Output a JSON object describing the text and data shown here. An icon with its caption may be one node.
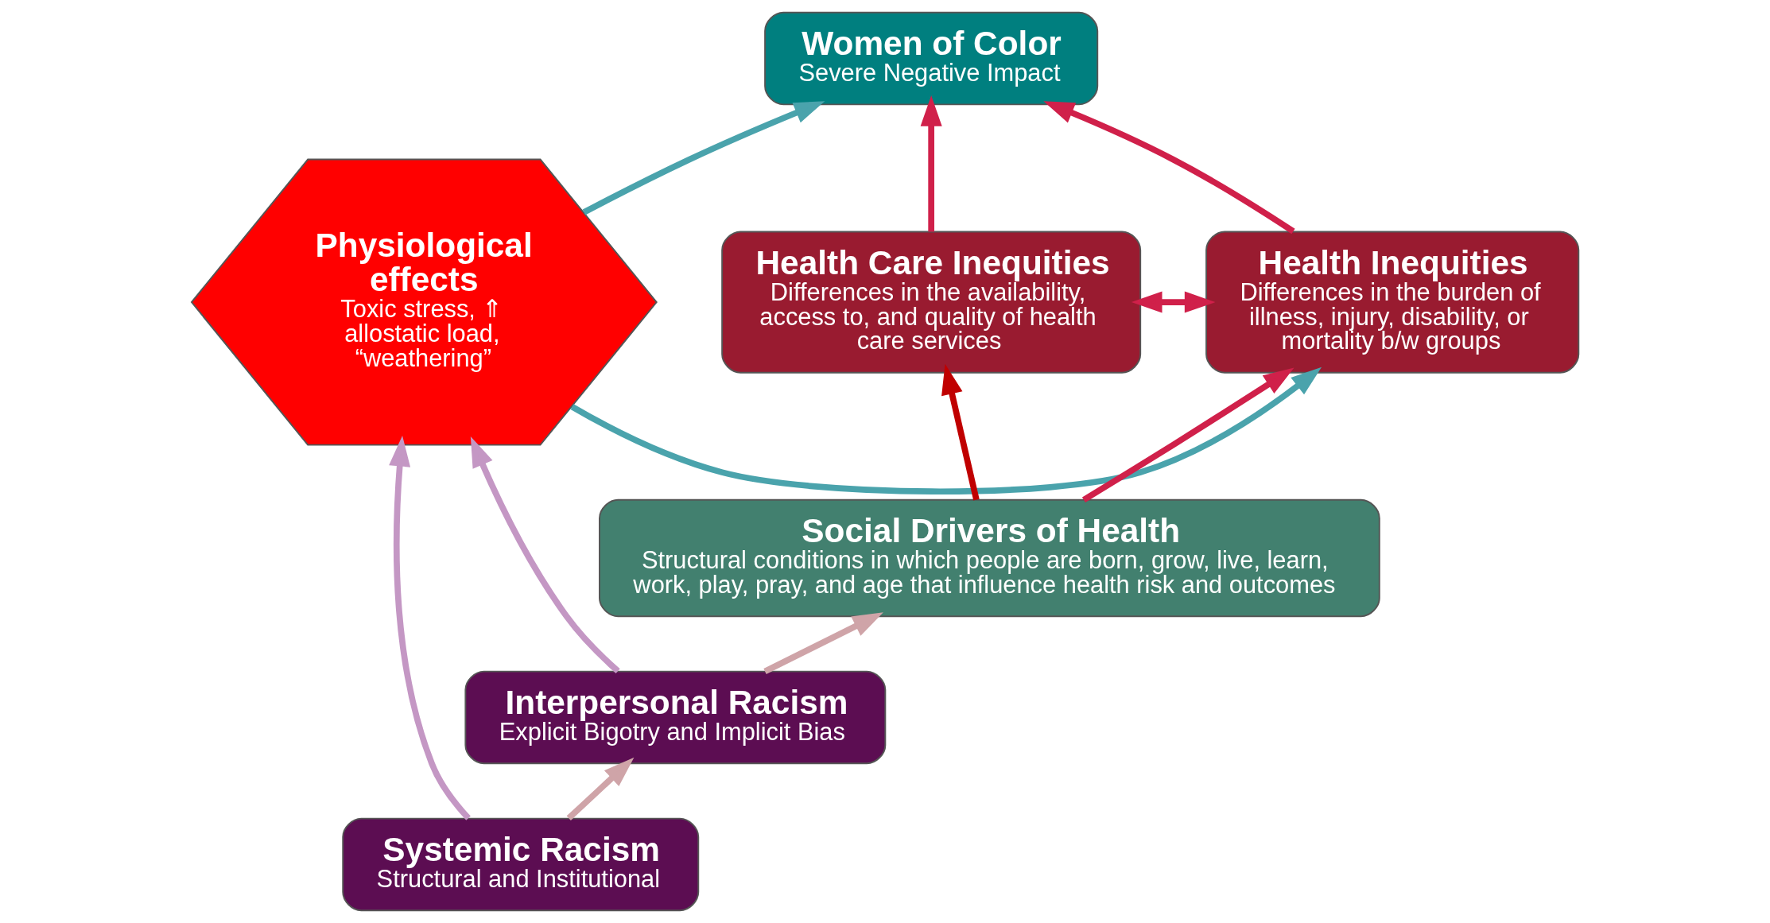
{
  "diagram": {
    "nodes": [
      {
        "text": [
          "Women of Color",
          "Severe Negative Impact"
        ]
      },
      {
        "text": [
          "Health Care Inequities",
          "Differences in the availability, access to, and quality of health care services"
        ]
      },
      {
        "text": [
          "Health Inequities",
          "Differences in the burden of illness, injury, disability, or mortality b/w groups"
        ]
      },
      {
        "text": [
          "Physiological effects",
          "Toxic stress, ⇑ allostatic load, “weathering”"
        ]
      },
      {
        "text": [
          "Social Drivers of Health",
          "Structural conditions in which people are born, grow, live, learn, work, play, pray, and age that influence health risk and outcomes"
        ]
      },
      {
        "text": [
          "Interpersonal Racism",
          "Explicit Bigotry and Implicit Bias"
        ]
      },
      {
        "text": [
          "Systemic Racism",
          "Structural and Institutional"
        ]
      }
    ],
    "edges": [
      {
        "from": 1,
        "to": 0,
        "arrow": "to",
        "color": "#d0204a"
      },
      {
        "from": 2,
        "to": 0,
        "arrow": "to",
        "color": "#d0204a"
      },
      {
        "from": 1,
        "to": 2,
        "arrow": "both",
        "color": "#d0204a"
      },
      {
        "from": 3,
        "to": 0,
        "arrow": "to",
        "color": "#4aa3ac"
      },
      {
        "from": 3,
        "to": 2,
        "arrow": "to",
        "color": "#4aa3ac"
      },
      {
        "from": 4,
        "to": 1,
        "arrow": "to",
        "color": "#c00000"
      },
      {
        "from": 4,
        "to": 2,
        "arrow": "to",
        "color": "#d0204a"
      },
      {
        "from": 5,
        "to": 4,
        "arrow": "to",
        "color": "#cfa4a8"
      },
      {
        "from": 6,
        "to": 5,
        "arrow": "to",
        "color": "#cfa4a8"
      },
      {
        "from": 5,
        "to": 3,
        "arrow": "to",
        "color": "#c497c4"
      },
      {
        "from": 6,
        "to": 3,
        "arrow": "to",
        "color": "#c497c4"
      }
    ]
  }
}
